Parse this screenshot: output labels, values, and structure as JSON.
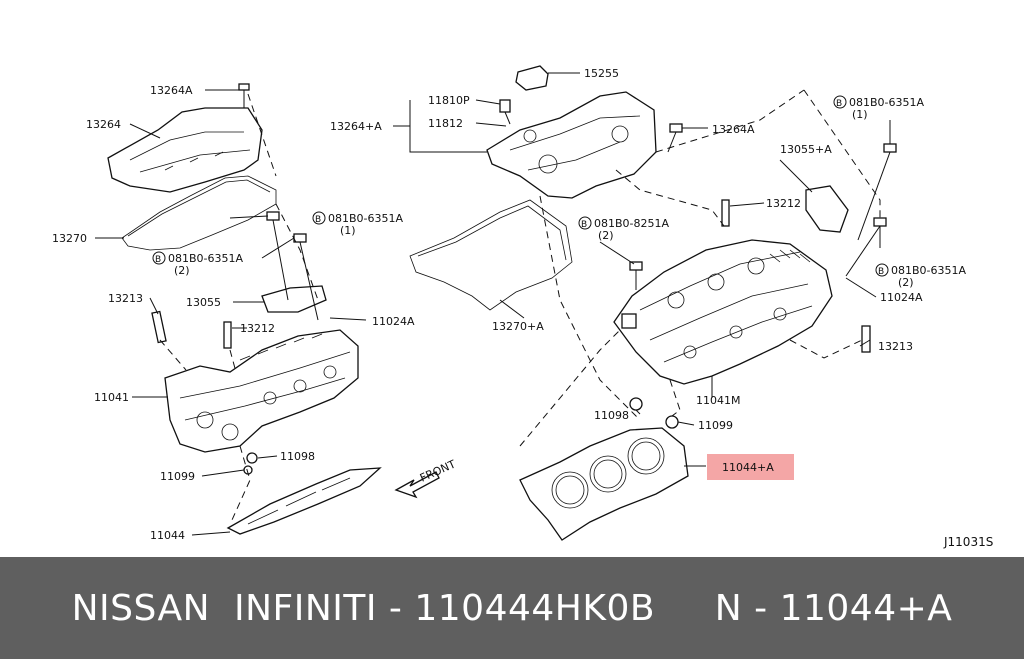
{
  "diagram": {
    "labels": {
      "l_13264a_top": "13264A",
      "l_13264": "13264",
      "l_13270": "13270",
      "l_bolt_1": "081B0-6351A",
      "l_bolt_1_qty": "(1)",
      "l_bolt_2": "081B0-6351A",
      "l_bolt_2_qty": "(2)",
      "l_13213_left": "13213",
      "l_13055": "13055",
      "l_13212_left": "13212",
      "l_11024a_left": "11024A",
      "l_11041": "11041",
      "l_11098_left": "11098",
      "l_11099_left": "11099",
      "l_11044": "11044",
      "l_front": "FRONT",
      "l_11810p": "11810P",
      "l_13264_plus_a": "13264+A",
      "l_11812": "11812",
      "l_15255": "15255",
      "l_13270_plus_a": "13270+A",
      "l_13264a_mid": "13264A",
      "l_bolt_3": "081B0-8251A",
      "l_bolt_3_qty": "(2)",
      "l_bolt_4": "081B0-6351A",
      "l_bolt_4_qty": "(1)",
      "l_13055_plus_a": "13055+A",
      "l_13212_right": "13212",
      "l_bolt_5": "081B0-6351A",
      "l_bolt_5_qty": "(2)",
      "l_11024a_right": "11024A",
      "l_13213_right": "13213",
      "l_11041m": "11041M",
      "l_11098_right": "11098",
      "l_11099_right": "11099",
      "l_11044_plus_a": "11044+A",
      "l_code": "J11031S"
    },
    "bolt_symbol": "B",
    "highlight_color": "#f4a6a6"
  },
  "footer": {
    "text": "NISSAN  INFINITI - 110444HK0B     N - 11044+A"
  }
}
